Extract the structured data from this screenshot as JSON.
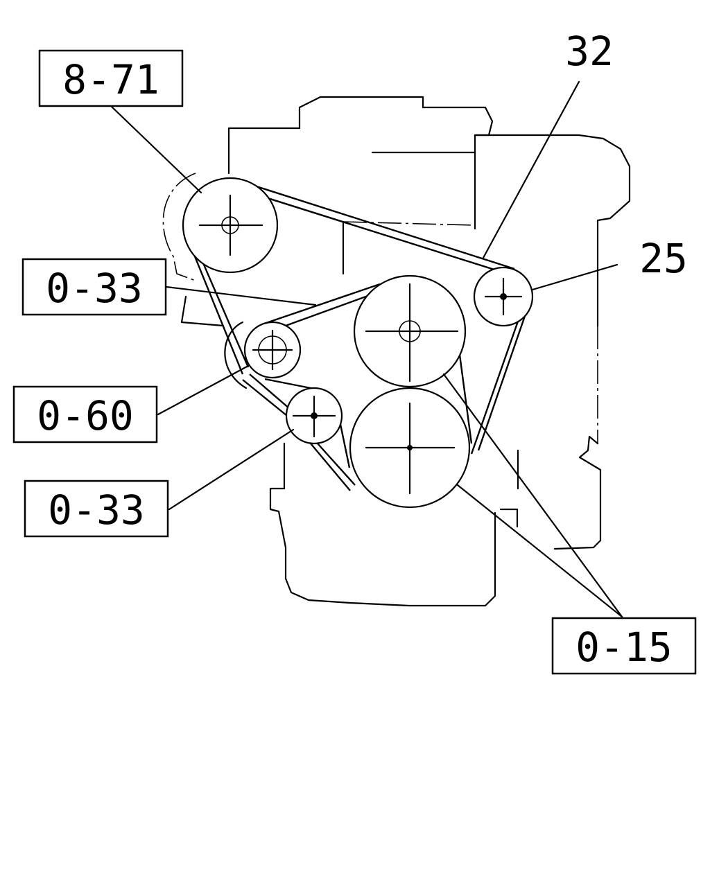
{
  "callouts": {
    "top_left": "8-71",
    "top_right": "32",
    "right": "25",
    "left_upper": "0-33",
    "left_middle": "0-60",
    "left_lower": "0-33",
    "bottom_right": "0-15"
  }
}
